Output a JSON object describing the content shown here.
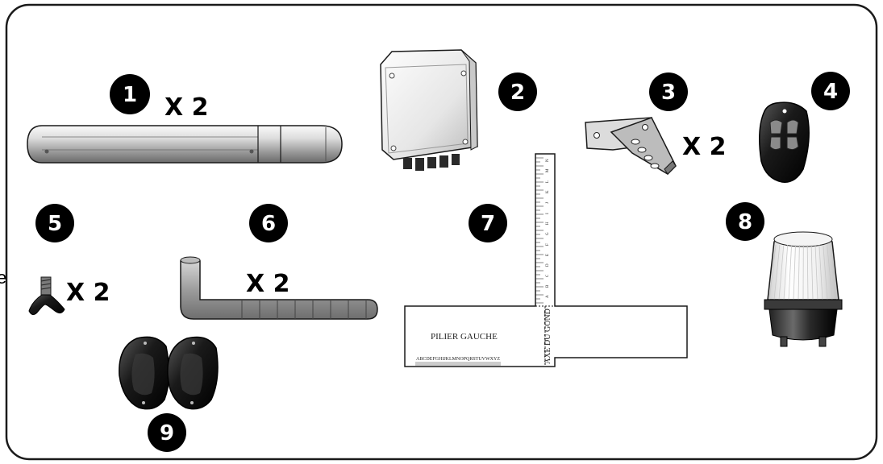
{
  "items": [
    {
      "number": "1",
      "quantity": "X 2"
    },
    {
      "number": "2"
    },
    {
      "number": "3",
      "quantity": "X 2"
    },
    {
      "number": "4"
    },
    {
      "number": "5",
      "quantity": "X 2"
    },
    {
      "number": "6",
      "quantity": "X 2"
    },
    {
      "number": "7"
    },
    {
      "number": "8"
    },
    {
      "number": "9"
    }
  ],
  "template": {
    "pillar_label": "PILIER GAUCHE",
    "axis_label": "AXE DU GOND",
    "alphabet": "ABCDEFGHIJKLMNOPQRSTUVWXYZ",
    "scale_marks": [
      "A",
      "B",
      "C",
      "D",
      "E",
      "F",
      "G",
      "H",
      "I",
      "J",
      "K",
      "L",
      "M",
      "N"
    ]
  },
  "edge_glyph": "e",
  "colors": {
    "badge": "#000000",
    "outline": "#1a1a1a",
    "device_dark": "#1c1c1c",
    "device_grey": "#9a9a9a"
  }
}
